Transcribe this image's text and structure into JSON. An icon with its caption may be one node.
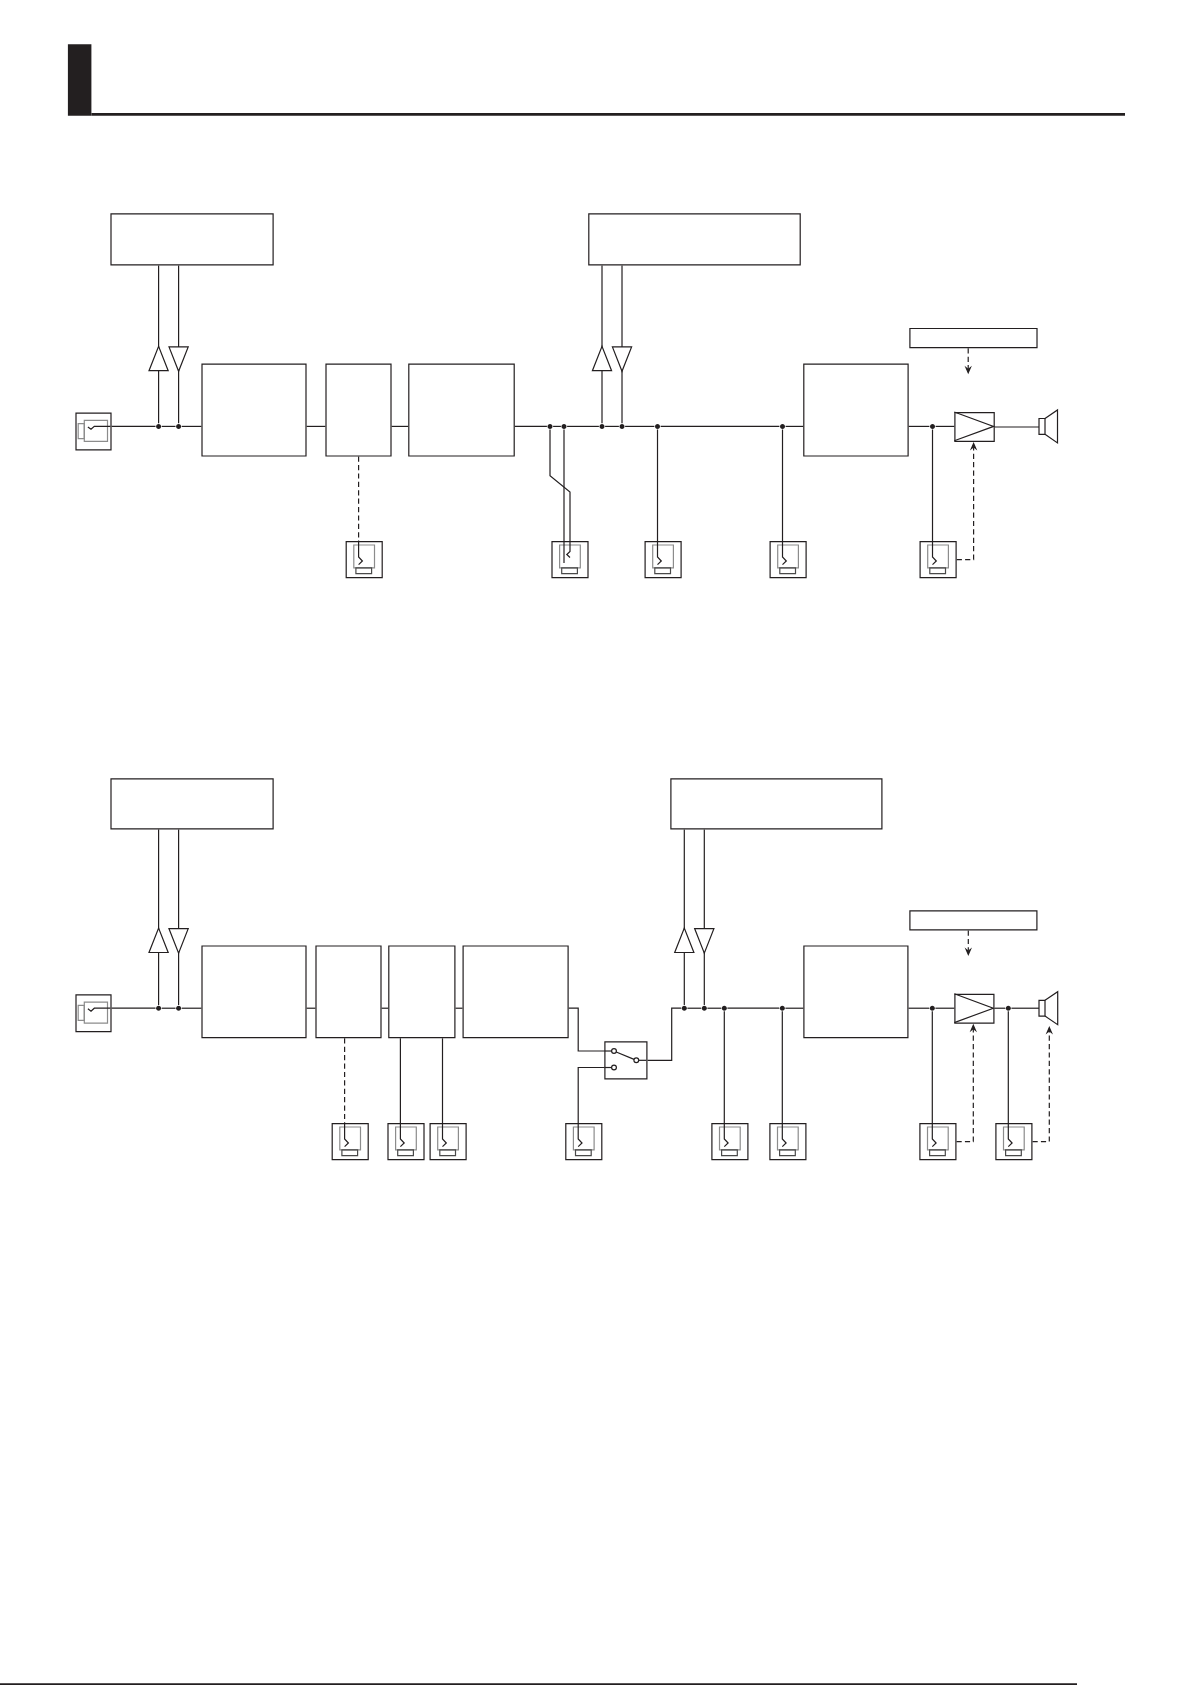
{
  "diagram": {
    "nodes": [
      {
        "text": [],
        "shape": "box"
      },
      {
        "text": [],
        "shape": "box"
      },
      {
        "text": [],
        "shape": "box"
      },
      {
        "text": [],
        "shape": "box"
      },
      {
        "text": [],
        "shape": "box"
      },
      {
        "text": [],
        "shape": "box"
      },
      {
        "text": [],
        "shape": "box"
      },
      {
        "text": [],
        "shape": "jack"
      },
      {
        "text": [],
        "shape": "dot"
      },
      {
        "text": [],
        "shape": "dot"
      },
      {
        "text": [],
        "shape": "dot"
      },
      {
        "text": [],
        "shape": "dot"
      },
      {
        "text": [],
        "shape": "dot"
      },
      {
        "text": [],
        "shape": "dot"
      },
      {
        "text": [],
        "shape": "dot"
      },
      {
        "text": [],
        "shape": "dot"
      },
      {
        "text": [],
        "shape": "dot"
      },
      {
        "text": [],
        "shape": "amplifier"
      },
      {
        "text": [],
        "shape": "speaker"
      },
      {
        "text": [],
        "shape": "jack"
      },
      {
        "text": [],
        "shape": "jack"
      },
      {
        "text": [],
        "shape": "jack"
      },
      {
        "text": [],
        "shape": "jack"
      },
      {
        "text": [],
        "shape": "jack"
      },
      {
        "text": [],
        "shape": "box"
      },
      {
        "text": [],
        "shape": "box"
      },
      {
        "text": [],
        "shape": "box"
      },
      {
        "text": [],
        "shape": "box"
      },
      {
        "text": [],
        "shape": "box"
      },
      {
        "text": [],
        "shape": "box"
      },
      {
        "text": [],
        "shape": "box"
      },
      {
        "text": [],
        "shape": "box"
      },
      {
        "text": [],
        "shape": "jack"
      },
      {
        "text": [],
        "shape": "dot"
      },
      {
        "text": [],
        "shape": "dot"
      },
      {
        "text": [],
        "shape": "dot"
      },
      {
        "text": [],
        "shape": "dot"
      },
      {
        "text": [],
        "shape": "dot"
      },
      {
        "text": [],
        "shape": "dot"
      },
      {
        "text": [],
        "shape": "dot"
      },
      {
        "text": [],
        "shape": "amplifier"
      },
      {
        "text": [],
        "shape": "dot"
      },
      {
        "text": [],
        "shape": "speaker"
      },
      {
        "text": [],
        "shape": "switch"
      },
      {
        "text": [],
        "shape": "jack"
      },
      {
        "text": [],
        "shape": "jack"
      },
      {
        "text": [],
        "shape": "jack"
      },
      {
        "text": [],
        "shape": "jack"
      },
      {
        "text": [],
        "shape": "jack"
      },
      {
        "text": [],
        "shape": "jack"
      },
      {
        "text": [],
        "shape": "jack"
      },
      {
        "text": [],
        "shape": "jack"
      }
    ],
    "edges": [
      {
        "from": 7,
        "to": 8,
        "arrow": "none"
      },
      {
        "from": 8,
        "to": 9,
        "arrow": "none"
      },
      {
        "from": 9,
        "to": 3,
        "arrow": "none"
      },
      {
        "from": 8,
        "to": 0,
        "arrow": "to"
      },
      {
        "from": 0,
        "to": 9,
        "arrow": "to"
      },
      {
        "from": 3,
        "to": 4,
        "arrow": "none"
      },
      {
        "from": 4,
        "to": 5,
        "arrow": "none"
      },
      {
        "from": 5,
        "to": 10,
        "arrow": "none"
      },
      {
        "from": 10,
        "to": 11,
        "arrow": "none"
      },
      {
        "from": 11,
        "to": 12,
        "arrow": "none"
      },
      {
        "from": 12,
        "to": 13,
        "arrow": "none"
      },
      {
        "from": 13,
        "to": 14,
        "arrow": "none"
      },
      {
        "from": 14,
        "to": 15,
        "arrow": "none"
      },
      {
        "from": 15,
        "to": 6,
        "arrow": "none"
      },
      {
        "from": 6,
        "to": 16,
        "arrow": "none"
      },
      {
        "from": 16,
        "to": 17,
        "arrow": "none"
      },
      {
        "from": 17,
        "to": 18,
        "arrow": "none"
      },
      {
        "from": 4,
        "to": 19,
        "arrow": "none",
        "style": "dashed"
      },
      {
        "from": 10,
        "to": 20,
        "arrow": "none"
      },
      {
        "from": 11,
        "to": 20,
        "arrow": "none"
      },
      {
        "from": 12,
        "to": 1,
        "arrow": "to"
      },
      {
        "from": 1,
        "to": 13,
        "arrow": "to"
      },
      {
        "from": 14,
        "to": 21,
        "arrow": "none"
      },
      {
        "from": 15,
        "to": 22,
        "arrow": "none"
      },
      {
        "from": 16,
        "to": 23,
        "arrow": "none"
      },
      {
        "from": 23,
        "to": 17,
        "arrow": "to",
        "style": "dashed"
      },
      {
        "from": 2,
        "to": null,
        "arrow": "to",
        "style": "dashed"
      },
      {
        "from": 32,
        "to": 33,
        "arrow": "none"
      },
      {
        "from": 33,
        "to": 34,
        "arrow": "none"
      },
      {
        "from": 34,
        "to": 27,
        "arrow": "none"
      },
      {
        "from": 33,
        "to": 24,
        "arrow": "to"
      },
      {
        "from": 24,
        "to": 34,
        "arrow": "to"
      },
      {
        "from": 27,
        "to": 28,
        "arrow": "none"
      },
      {
        "from": 28,
        "to": 29,
        "arrow": "none"
      },
      {
        "from": 29,
        "to": 30,
        "arrow": "none"
      },
      {
        "from": 30,
        "to": 43,
        "arrow": "none"
      },
      {
        "from": 47,
        "to": 43,
        "arrow": "none"
      },
      {
        "from": 43,
        "to": 35,
        "arrow": "none"
      },
      {
        "from": 35,
        "to": 36,
        "arrow": "none"
      },
      {
        "from": 36,
        "to": 37,
        "arrow": "none"
      },
      {
        "from": 37,
        "to": 38,
        "arrow": "none"
      },
      {
        "from": 38,
        "to": 31,
        "arrow": "none"
      },
      {
        "from": 31,
        "to": 39,
        "arrow": "none"
      },
      {
        "from": 39,
        "to": 40,
        "arrow": "none"
      },
      {
        "from": 40,
        "to": 41,
        "arrow": "none"
      },
      {
        "from": 41,
        "to": 42,
        "arrow": "none"
      },
      {
        "from": 35,
        "to": 25,
        "arrow": "to"
      },
      {
        "from": 25,
        "to": 36,
        "arrow": "to"
      },
      {
        "from": 37,
        "to": 48,
        "arrow": "none"
      },
      {
        "from": 38,
        "to": 49,
        "arrow": "none"
      },
      {
        "from": 39,
        "to": 50,
        "arrow": "none"
      },
      {
        "from": 41,
        "to": 51,
        "arrow": "none"
      },
      {
        "from": 28,
        "to": 44,
        "arrow": "none",
        "style": "dashed"
      },
      {
        "from": 29,
        "to": 45,
        "arrow": "none"
      },
      {
        "from": 29,
        "to": 46,
        "arrow": "none"
      },
      {
        "from": 50,
        "to": 40,
        "arrow": "to",
        "style": "dashed"
      },
      {
        "from": 51,
        "to": 42,
        "arrow": "to",
        "style": "dashed"
      },
      {
        "from": 26,
        "to": null,
        "arrow": "to",
        "style": "dashed"
      }
    ]
  }
}
